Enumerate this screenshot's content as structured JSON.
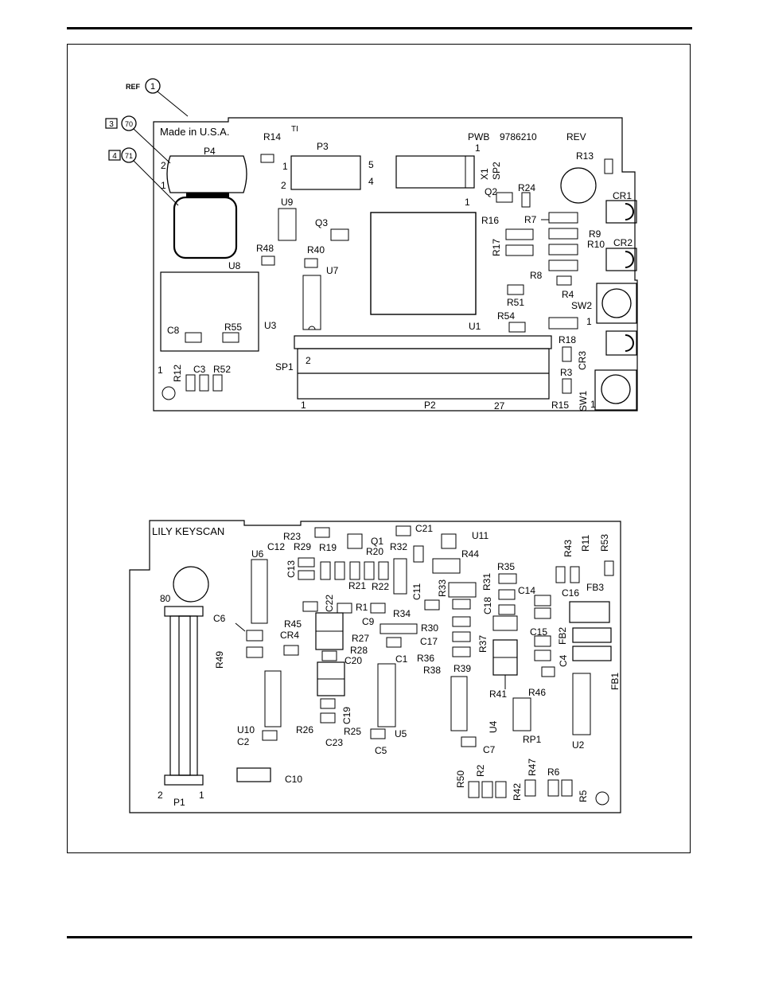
{
  "callouts": {
    "ref_label": "REF",
    "ref_number": "1",
    "item_a_box": "3",
    "item_a_circle": "70",
    "item_b_box": "4",
    "item_b_circle": "71"
  },
  "top_board": {
    "made_in": "Made in U.S.A.",
    "ti_logo": "TI",
    "pwb": "PWB",
    "part_number": "9786210",
    "rev": "REV",
    "labels": {
      "R14": "R14",
      "P4": "P4",
      "P3": "P3",
      "X1": "X1",
      "SP2": "SP2",
      "R13": "R13",
      "Q2": "Q2",
      "R24": "R24",
      "U9": "U9",
      "Q3": "Q3",
      "R16": "R16",
      "R7": "R7",
      "CR1": "CR1",
      "R9": "R9",
      "R10": "R10",
      "CR2": "CR2",
      "R17": "R17",
      "R48": "R48",
      "R40": "R40",
      "U8": "U8",
      "U7": "U7",
      "R8": "R8",
      "R4": "R4",
      "R51": "R51",
      "SW2": "SW2",
      "R54": "R54",
      "C8": "C8",
      "R55": "R55",
      "U3": "U3",
      "U1": "U1",
      "R18": "R18",
      "CR3": "CR3",
      "R12": "R12",
      "C3": "C3",
      "R52": "R52",
      "SP1": "SP1",
      "R3": "R3",
      "P2": "P2",
      "R15": "R15",
      "SW1": "SW1"
    },
    "pins": {
      "p4_2": "2",
      "p4_1": "1",
      "p3_1": "1",
      "p3_2": "2",
      "p3_5": "5",
      "p3_4": "4",
      "x1_1": "1",
      "u1_1": "1",
      "sw2_1": "1",
      "sw1_1": "1",
      "board_1": "1",
      "sp1_2": "2",
      "p2_1": "1",
      "p2_27": "27"
    }
  },
  "bottom_board": {
    "title": "LILY KEYSCAN",
    "labels": {
      "R23": "R23",
      "C21": "C21",
      "U11": "U11",
      "C12": "C12",
      "R29": "R29",
      "R19": "R19",
      "Q1": "Q1",
      "R20": "R20",
      "R32": "R32",
      "R44": "R44",
      "R43": "R43",
      "R11": "R11",
      "R53": "R53",
      "U6": "U6",
      "C13": "C13",
      "R21": "R21",
      "R22": "R22",
      "C11": "C11",
      "R35": "R35",
      "R31": "R31",
      "R33": "R33",
      "C14": "C14",
      "C16": "C16",
      "FB3": "FB3",
      "C22": "C22",
      "R1": "R1",
      "C6": "C6",
      "R45": "R45",
      "C9": "C9",
      "R34": "R34",
      "R30": "R30",
      "C18": "C18",
      "CR4": "CR4",
      "R27": "R27",
      "C17": "C17",
      "C15": "C15",
      "FB2": "FB2",
      "R28": "R28",
      "R37": "R37",
      "R49": "R49",
      "C20": "C20",
      "C1": "C1",
      "R36": "R36",
      "C4": "C4",
      "R38": "R38",
      "R39": "R39",
      "FB1": "FB1",
      "R41": "R41",
      "R46": "R46",
      "C19": "C19",
      "R26": "R26",
      "U10": "U10",
      "R25": "R25",
      "U5": "U5",
      "U4": "U4",
      "RP1": "RP1",
      "C2": "C2",
      "C23": "C23",
      "C5": "C5",
      "C7": "C7",
      "U2": "U2",
      "C10": "C10",
      "R50": "R50",
      "R2": "R2",
      "R47": "R47",
      "R6": "R6",
      "R42": "R42",
      "R5": "R5",
      "P1": "P1"
    },
    "pins": {
      "p1_80": "80",
      "p1_2": "2",
      "p1_1": "1"
    }
  }
}
